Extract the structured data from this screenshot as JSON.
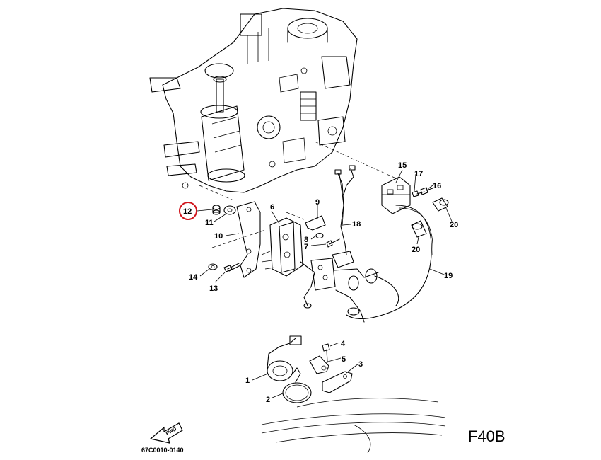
{
  "diagram": {
    "callouts": [
      {
        "id": "12",
        "label": "12"
      },
      {
        "id": "11",
        "label": "11"
      },
      {
        "id": "10",
        "label": "10"
      },
      {
        "id": "14",
        "label": "14"
      },
      {
        "id": "13",
        "label": "13"
      },
      {
        "id": "6",
        "label": "6"
      },
      {
        "id": "9",
        "label": "9"
      },
      {
        "id": "8",
        "label": "8"
      },
      {
        "id": "7",
        "label": "7"
      },
      {
        "id": "18",
        "label": "18"
      },
      {
        "id": "15",
        "label": "15"
      },
      {
        "id": "17",
        "label": "17"
      },
      {
        "id": "16",
        "label": "16"
      },
      {
        "id": "20a",
        "label": "20"
      },
      {
        "id": "20b",
        "label": "20"
      },
      {
        "id": "19",
        "label": "19"
      },
      {
        "id": "4",
        "label": "4"
      },
      {
        "id": "5",
        "label": "5"
      },
      {
        "id": "3",
        "label": "3"
      },
      {
        "id": "1",
        "label": "1"
      },
      {
        "id": "2",
        "label": "2"
      }
    ],
    "highlighted_part": "12",
    "highlight_color": "#d0141b",
    "fwd_label": "FWD",
    "drawing_number": "67C0010-0140",
    "model_code": "F40B"
  }
}
